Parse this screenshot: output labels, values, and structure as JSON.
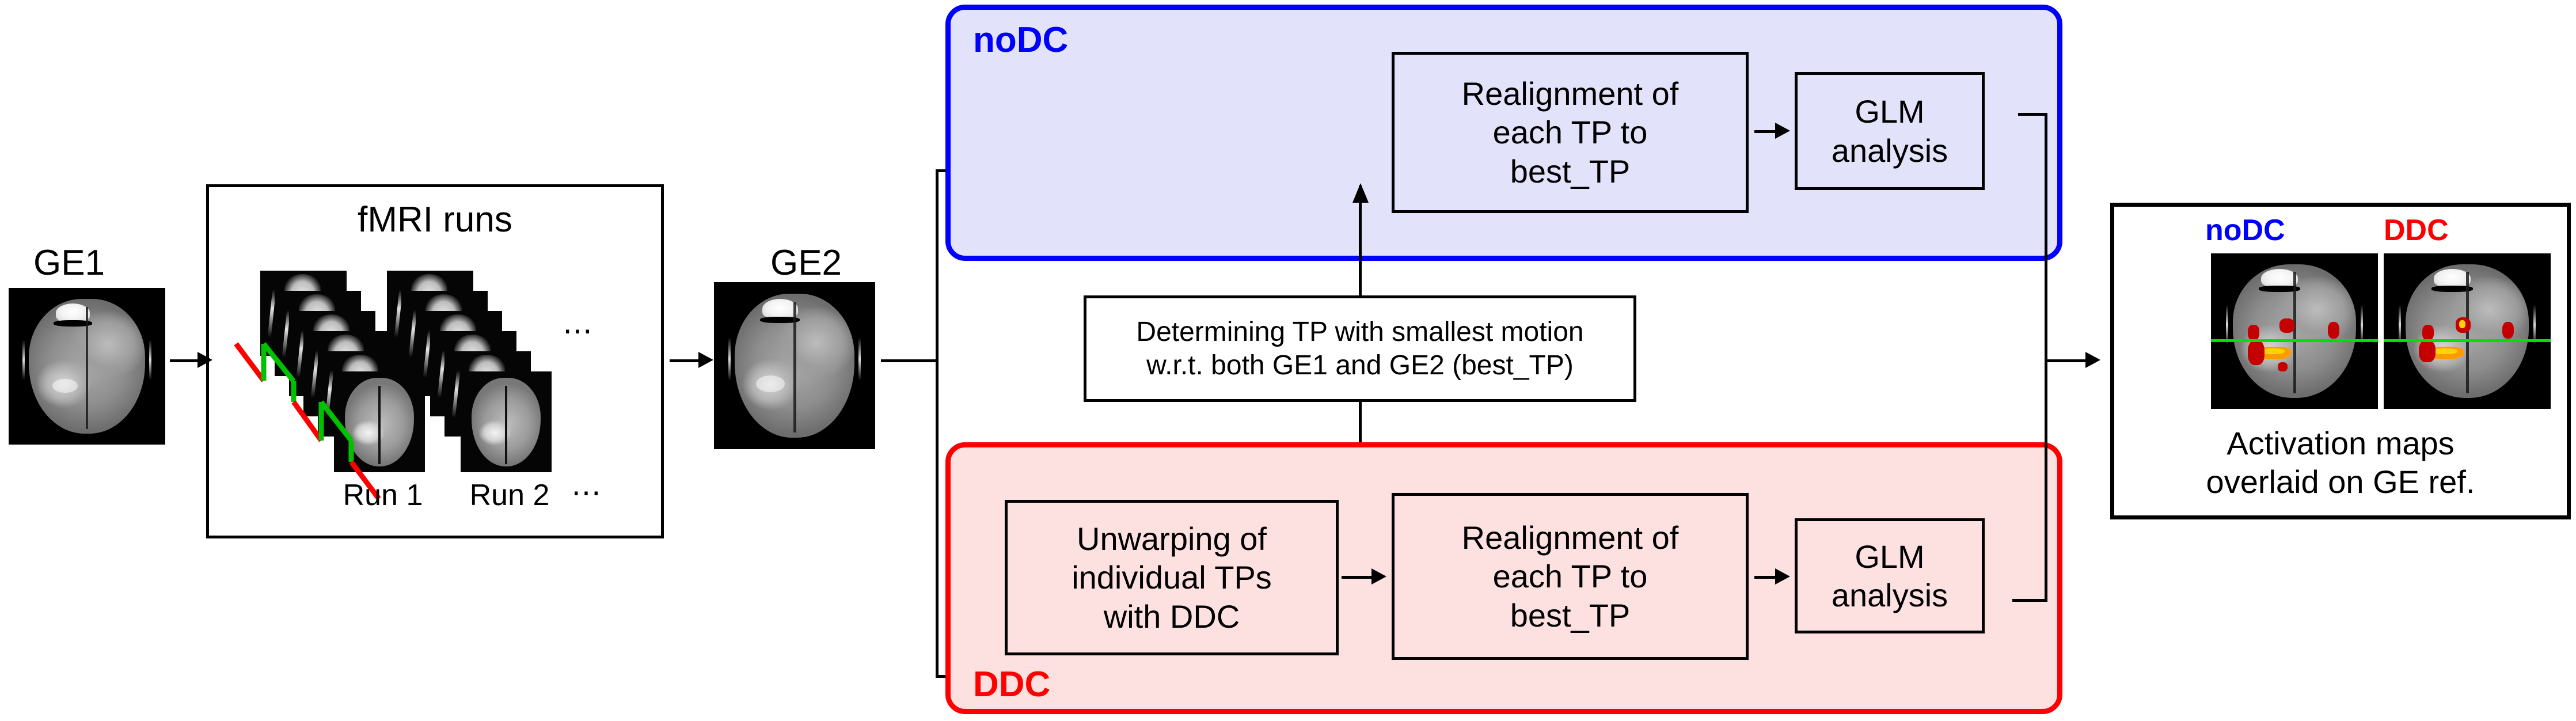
{
  "diagram": {
    "title": "fMRI distortion-correction processing pipeline",
    "colors": {
      "nodc_accent": "#0000ff",
      "nodc_fill": "#e2e2fa",
      "ddc_accent": "#ff0000",
      "ddc_fill": "#fde0e0",
      "stroke": "#000000",
      "activation_line": "#00e000",
      "timing_red": "#ff0000",
      "timing_green": "#00c000"
    },
    "inputs": {
      "ge1_label": "GE1",
      "ge2_label": "GE2"
    },
    "fmri_runs": {
      "title": "fMRI runs",
      "run_labels": [
        "Run 1",
        "Run 2"
      ],
      "run_ellipsis": "⋯",
      "stack_ellipsis": "⋯"
    },
    "nodc_branch": {
      "tag": "noDC",
      "steps": [
        {
          "id": "realign",
          "label": "Realignment of\neach TP to\nbest_TP"
        },
        {
          "id": "glm",
          "label": "GLM\nanalysis"
        }
      ]
    },
    "ddc_branch": {
      "tag": "DDC",
      "steps": [
        {
          "id": "unwarp",
          "label": "Unwarping of\nindividual TPs\nwith DDC"
        },
        {
          "id": "realign",
          "label": "Realignment of\neach TP to\nbest_TP"
        },
        {
          "id": "glm",
          "label": "GLM\nanalysis"
        }
      ]
    },
    "best_tp_box": {
      "label": "Determining TP with smallest motion\nw.r.t. both GE1 and GE2 (best_TP)"
    },
    "output_panel": {
      "column_labels": [
        "noDC",
        "DDC"
      ],
      "caption": "Activation maps\noverlaid on GE ref."
    }
  }
}
